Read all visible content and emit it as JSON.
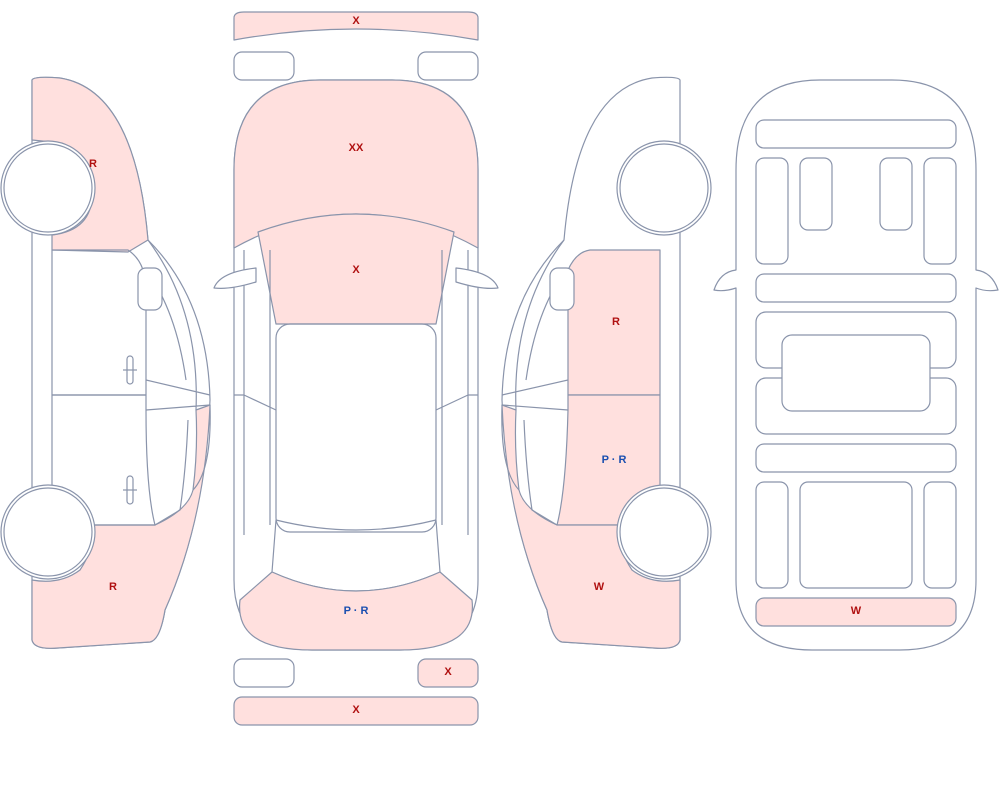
{
  "colors": {
    "damaged_fill": "#ffe0de",
    "outline": "#8a94ab",
    "code_red": "#b01010",
    "code_blue": "#1a4fb0"
  },
  "legend_codes": {
    "X": "red",
    "XX": "red",
    "R": "red",
    "W": "red",
    "P · R": "blue"
  },
  "marks": {
    "front_bumper_top": "X",
    "hood": "XX",
    "windshield": "X",
    "trunk": "P · R",
    "rear_right_lamp": "X",
    "rear_bumper": "X",
    "left_front_fender": "R",
    "left_rear_quarter": "R",
    "right_front_door": "R",
    "right_rear_door": "P · R",
    "right_rear_quarter": "W",
    "underbody_rear_panel": "W"
  }
}
